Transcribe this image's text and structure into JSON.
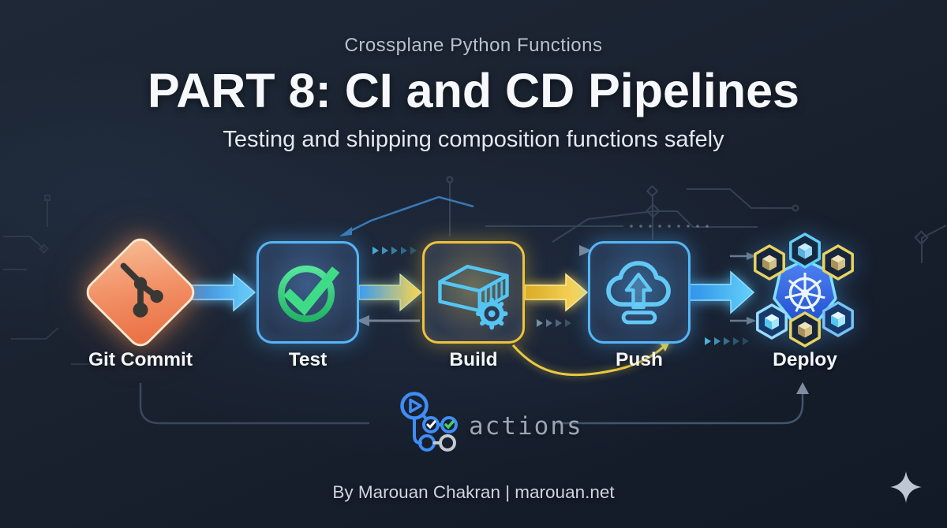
{
  "header": {
    "eyebrow": "Crossplane Python Functions",
    "title": "PART 8: CI and CD Pipelines",
    "subtitle": "Testing and shipping composition functions safely"
  },
  "pipeline": {
    "steps": [
      {
        "id": "git-commit",
        "label": "Git Commit",
        "icon": "git-branch-icon",
        "accent": "#ee7744"
      },
      {
        "id": "test",
        "label": "Test",
        "icon": "check-circle-icon",
        "accent": "#55b6f8"
      },
      {
        "id": "build",
        "label": "Build",
        "icon": "container-gear-icon",
        "accent": "#eec23f"
      },
      {
        "id": "push",
        "label": "Push",
        "icon": "cloud-upload-icon",
        "accent": "#55b6f8"
      },
      {
        "id": "deploy",
        "label": "Deploy",
        "icon": "kubernetes-cluster-icon",
        "accent": "#4f7df0"
      }
    ]
  },
  "branding": {
    "product": "actions",
    "logo": "github-actions-icon"
  },
  "footer": {
    "credit": "By Marouan Chakran | marouan.net"
  },
  "colors": {
    "background": "#1a2230",
    "accent_blue": "#3da5f4",
    "accent_cyan": "#67d4f8",
    "accent_yellow": "#eec23f",
    "accent_green": "#3fdc87",
    "accent_orange": "#ee7744",
    "text_primary": "#f6f8fb",
    "text_muted": "#b7c2d1"
  }
}
